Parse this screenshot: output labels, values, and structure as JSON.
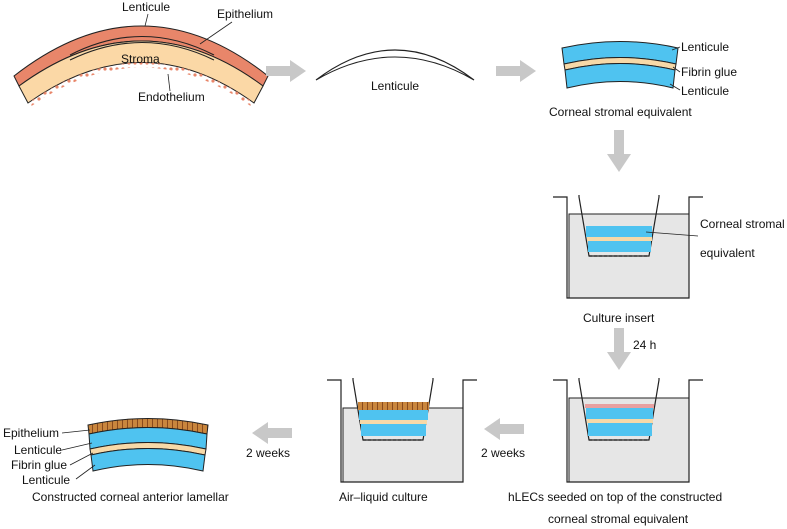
{
  "cornea_labels": {
    "lenticule": "Lenticule",
    "epithelium": "Epithelium",
    "stroma": "Stroma",
    "endothelium": "Endothelium"
  },
  "lenticule_label": "Lenticule",
  "equivalent_labels": {
    "lenticule_top": "Lenticule",
    "fibrin_glue": "Fibrin glue",
    "lenticule_bottom": "Lenticule",
    "caption": "Corneal stromal equivalent"
  },
  "culture_insert": {
    "label_line1": "Corneal stromal",
    "label_line2": "equivalent",
    "caption": "Culture insert"
  },
  "timing": {
    "step_24h": "24 h",
    "step_2weeks_a": "2 weeks",
    "step_2weeks_b": "2 weeks"
  },
  "hlec_step": {
    "caption_line1": "hLECs  seeded on top of the constructed",
    "caption_line2": "corneal stromal equivalent"
  },
  "air_liquid": {
    "caption": "Air–liquid  culture"
  },
  "final_construct": {
    "epithelium": "Epithelium",
    "lenticule_top": "Lenticule",
    "fibrin_glue": "Fibrin glue",
    "lenticule_bottom": "Lenticule",
    "caption": "Constructed corneal anterior lamellar"
  },
  "colors": {
    "blue_layer": "#4fc3f0",
    "glue_layer": "#f7d9a8",
    "stroma": "#fbd8a6",
    "epithelium": "#e8866a",
    "arrow": "#c8c8c8",
    "medium": "#e6e6e6"
  }
}
